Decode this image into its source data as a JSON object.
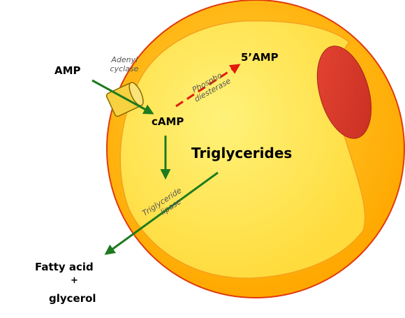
{
  "labels": {
    "amp": "AMP",
    "camp": "cAMP",
    "five_amp": "5’AMP",
    "triglycerides": "Triglycerides",
    "fatty_acid": "Fatty acid",
    "plus": "+",
    "glycerol": "glycerol"
  },
  "enzymes": {
    "adenyl_cyclase_line1": "Adenyl",
    "adenyl_cyclase_line2": "cyclase",
    "phosphodiesterase_line1": "Phospho",
    "phosphodiesterase_line2": "diesterase",
    "lipase_line1": "Triglyceride",
    "lipase_line2": "lipase"
  },
  "colors": {
    "cell_outer": "#FFB300",
    "cell_edge": "#E03A0E",
    "cell_inner": "#FFE65A",
    "nucleus": "#D93A2B",
    "green_arrow": "#1E7A1E",
    "red_arrow": "#E21B0B",
    "channel": "#F7D140"
  }
}
